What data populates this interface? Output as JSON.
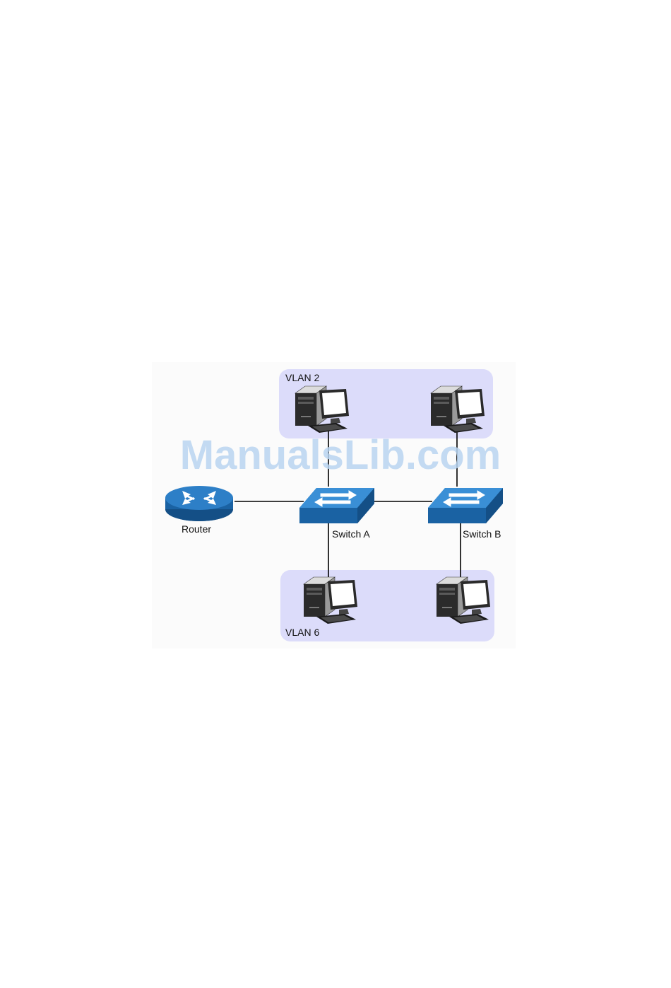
{
  "vlans": {
    "top_label": "VLAN 2",
    "bottom_label": "VLAN 6"
  },
  "devices": {
    "router_label": "Router",
    "switch_a_label": "Switch A",
    "switch_b_label": "Switch B"
  },
  "watermark": {
    "text": "ManualsLib.com"
  },
  "colors": {
    "vlan_fill": "#dcdcfa",
    "device_blue": "#1f6fb5",
    "device_blue_dark": "#144f86",
    "link": "#000000",
    "watermark": "#b9d3f0",
    "diagram_bg": "#fbfbfb"
  }
}
